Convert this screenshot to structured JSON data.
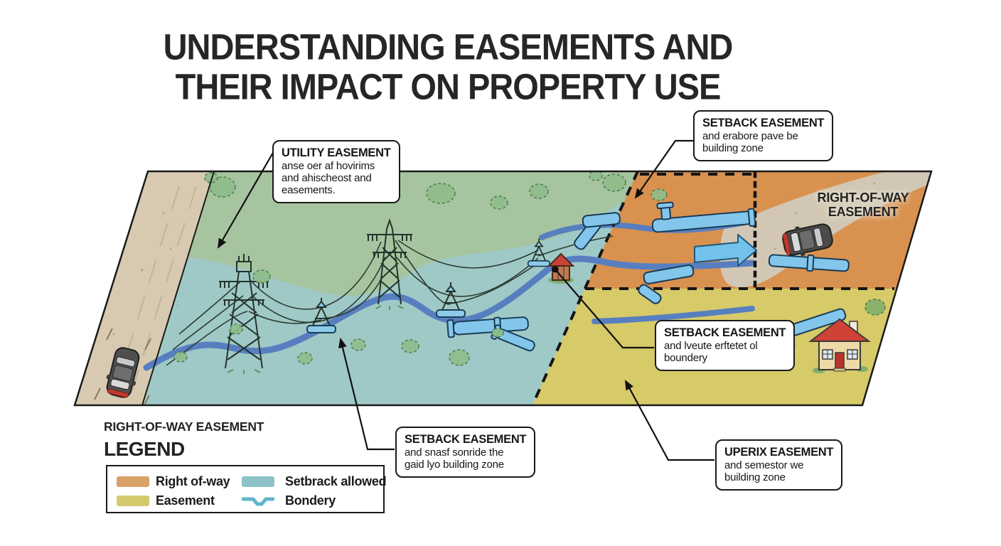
{
  "title": {
    "line1": "UNDERSTANDING EASEMENTS AND",
    "line2": "THEIR IMPACT ON PROPERTY USE"
  },
  "callouts": {
    "utility": {
      "heading": "UTILITY EASEMENT",
      "body": [
        "anse oer af hovirims",
        "and ahischeost and",
        "easements."
      ]
    },
    "setback_top": {
      "heading": "SETBACK EASEMENT",
      "body": [
        "and erabore pave be",
        "building zone"
      ]
    },
    "setback_mid": {
      "heading": "SETBACK EASEMENT",
      "body": [
        "and lveute erftetet ol",
        "boundery"
      ]
    },
    "setback_bottom": {
      "heading": "SETBACK EASEMENT",
      "body": [
        "and snasf sonride the",
        "gaid lyo building zone"
      ]
    },
    "uperix": {
      "heading": "UPERIX EASEMENT",
      "body": [
        "and semestor we",
        "building zone"
      ]
    }
  },
  "map_labels": {
    "right_of_way_road": {
      "line1": "RIGHT-OF-WAY",
      "line2": "EASEMENT"
    },
    "right_of_way_bottom": "RIGHT-OF-WAY EASEMENT"
  },
  "legend": {
    "title": "LEGEND",
    "items": [
      {
        "name": "right-of-way",
        "label": "Right of-way",
        "color": "#d9a268",
        "symbol": "swatch"
      },
      {
        "name": "easement",
        "label": "Easement",
        "color": "#d3ca6e",
        "symbol": "swatch"
      },
      {
        "name": "setback-allowed",
        "label": "Setbrack allowed",
        "color": "#8cc2c8",
        "symbol": "swatch"
      },
      {
        "name": "boundary",
        "label": "Bondery",
        "color": "#62b4cd",
        "symbol": "wavy-line"
      }
    ]
  },
  "zone_colors": {
    "green": "#a6c4a0",
    "setback_teal": "#9fc9c7",
    "right_of_way_orange": "#d8914f",
    "easement_yellow": "#d6ca69",
    "road_left": "#d8cab0",
    "road_right": "#d2c7b4",
    "river_blue": "#577fc0",
    "pipe_blue": "#82c7eb"
  }
}
